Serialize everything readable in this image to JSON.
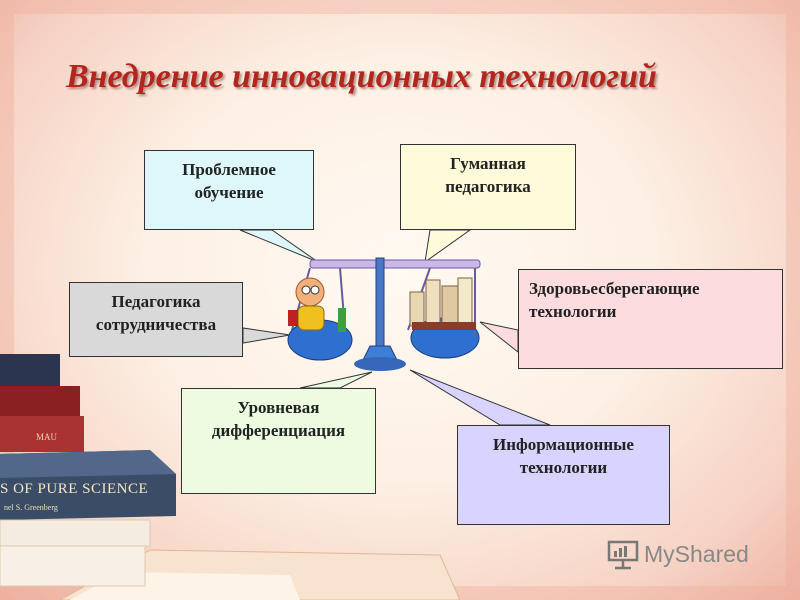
{
  "slide": {
    "title": "Внедрение инновационных технологий",
    "callouts": [
      {
        "text_line1": "Проблемное",
        "text_line2": "обучение"
      },
      {
        "text_line1": "Гуманная",
        "text_line2": "педагогика"
      },
      {
        "text_line1": "Педагогика",
        "text_line2": "сотрудничества"
      },
      {
        "text_line1": "Здоровьесберегающие",
        "text_line2": "технологии"
      },
      {
        "text_line1": "Уровневая",
        "text_line2": "дифференциация"
      },
      {
        "text_line1": "Информационные",
        "text_line2": "технологии"
      }
    ],
    "colors": {
      "title": "#b3261e",
      "callout_cyan": "#ddf7fb",
      "callout_yellow": "#fdfbd9",
      "callout_gray": "#d9d9d9",
      "callout_pink": "#fcdcdf",
      "callout_green": "#edfbe1",
      "callout_violet": "#d8d3ff"
    },
    "book_spine_text": "S OF PURE SCIENCE",
    "book_author_text": "nel S. Greenberg",
    "book_side_text": "MAU",
    "watermark": "MyShared"
  }
}
